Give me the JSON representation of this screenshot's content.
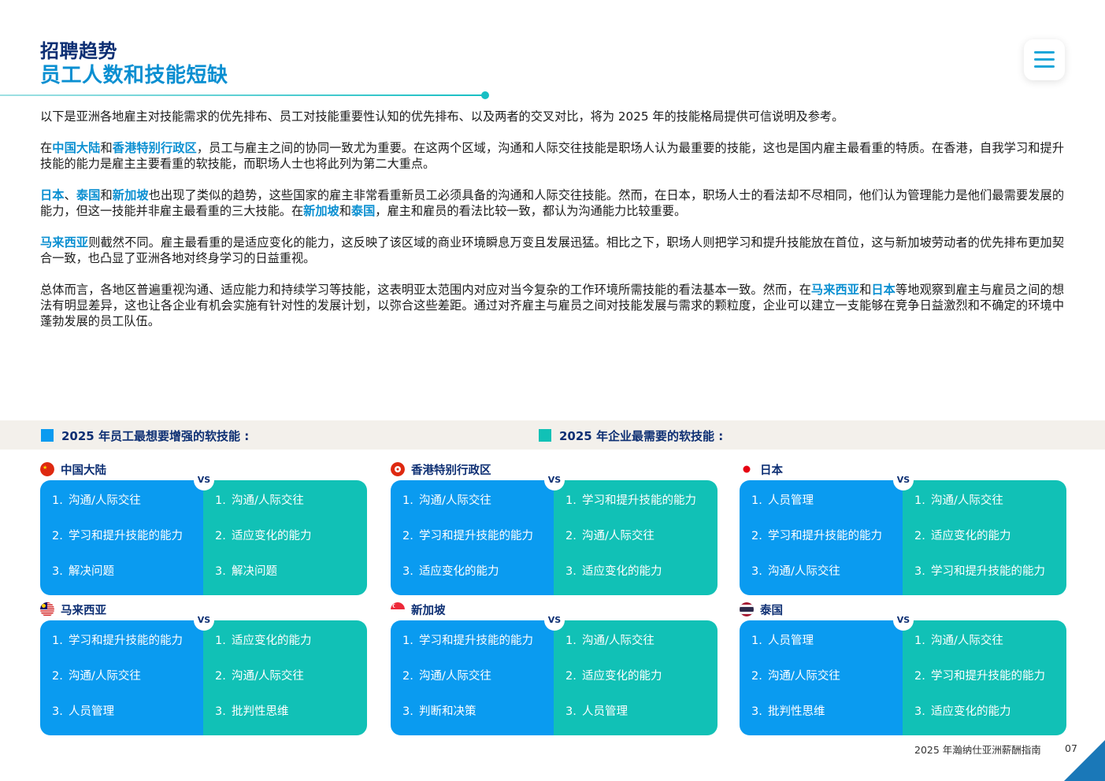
{
  "header": {
    "title": "招聘趋势",
    "subtitle": "员工人数和技能短缺"
  },
  "menu": {
    "icon": "hamburger-menu-icon"
  },
  "paragraphs": [
    {
      "runs": [
        {
          "t": "以下是亚洲各地雇主对技能需求的优先排布、员工对技能重要性认知的优先排布、以及两者的交叉对比，将为 2025 年的技能格局提供可信说明及参考。",
          "h": false
        }
      ]
    },
    {
      "runs": [
        {
          "t": "在",
          "h": false
        },
        {
          "t": "中国大陆",
          "h": true
        },
        {
          "t": "和",
          "h": false
        },
        {
          "t": "香港特别行政区",
          "h": true
        },
        {
          "t": "，员工与雇主之间的协同一致尤为重要。在这两个区域，沟通和人际交往技能是职场人认为最重要的技能，这也是国内雇主最看重的特质。在香港，自我学习和提升技能的能力是雇主主要看重的软技能，而职场人士也将此列为第二大重点。",
          "h": false
        }
      ]
    },
    {
      "runs": [
        {
          "t": "日本",
          "h": true
        },
        {
          "t": "、",
          "h": false
        },
        {
          "t": "泰国",
          "h": true
        },
        {
          "t": "和",
          "h": false
        },
        {
          "t": "新加坡",
          "h": true
        },
        {
          "t": "也出现了类似的趋势，这些国家的雇主非常看重新员工必须具备的沟通和人际交往技能。然而，在日本，职场人士的看法却不尽相同，他们认为管理能力是他们最需要发展的能力，但这一技能并非雇主最看重的三大技能。在",
          "h": false
        },
        {
          "t": "新加坡",
          "h": true
        },
        {
          "t": "和",
          "h": false
        },
        {
          "t": "泰国",
          "h": true
        },
        {
          "t": "，雇主和雇员的看法比较一致，都认为沟通能力比较重要。",
          "h": false
        }
      ]
    },
    {
      "runs": [
        {
          "t": "马来西亚",
          "h": true
        },
        {
          "t": "则截然不同。雇主最看重的是适应变化的能力，这反映了该区域的商业环境瞬息万变且发展迅猛。相比之下，职场人则把学习和提升技能放在首位，这与新加坡劳动者的优先排布更加契合一致，也凸显了亚洲各地对终身学习的日益重视。",
          "h": false
        }
      ]
    },
    {
      "runs": [
        {
          "t": "总体而言，各地区普遍重视沟通、适应能力和持续学习等技能，这表明亚太范围内对应对当今复杂的工作环境所需技能的看法基本一致。然而，在",
          "h": false
        },
        {
          "t": "马来西亚",
          "h": true
        },
        {
          "t": "和",
          "h": false
        },
        {
          "t": "日本",
          "h": true
        },
        {
          "t": "等地观察到雇主与雇员之间的想法有明显差异，这也让各企业有机会实施有针对性的发展计划，以弥合这些差距。通过对齐雇主与雇员之间对技能发展与需求的颗粒度，企业可以建立一支能够在竞争日益激烈和不确定的环境中蓬勃发展的员工队伍。",
          "h": false
        }
      ]
    }
  ],
  "legend": {
    "employee": {
      "label": "2025 年员工最想要增强的软技能 :",
      "color": "#0a9bf0"
    },
    "employer": {
      "label": "2025 年企业最需要的软技能 :",
      "color": "#11c1b6"
    }
  },
  "vs_label": "VS",
  "regions": [
    {
      "name": "中国大陆",
      "flag": "china-flag-icon",
      "employee": [
        "沟通/人际交往",
        "学习和提升技能的能力",
        "解决问题"
      ],
      "employer": [
        "沟通/人际交往",
        "适应变化的能力",
        "解决问题"
      ]
    },
    {
      "name": "香港特别行政区",
      "flag": "hong-kong-flag-icon",
      "employee": [
        "沟通/人际交往",
        "学习和提升技能的能力",
        "适应变化的能力"
      ],
      "employer": [
        "学习和提升技能的能力",
        "沟通/人际交往",
        "适应变化的能力"
      ]
    },
    {
      "name": "日本",
      "flag": "japan-flag-icon",
      "employee": [
        "人员管理",
        "学习和提升技能的能力",
        "沟通/人际交往"
      ],
      "employer": [
        "沟通/人际交往",
        "适应变化的能力",
        "学习和提升技能的能力"
      ]
    },
    {
      "name": "马来西亚",
      "flag": "malaysia-flag-icon",
      "employee": [
        "学习和提升技能的能力",
        "沟通/人际交往",
        "人员管理"
      ],
      "employer": [
        "适应变化的能力",
        "沟通/人际交往",
        "批判性思维"
      ]
    },
    {
      "name": "新加坡",
      "flag": "singapore-flag-icon",
      "employee": [
        "学习和提升技能的能力",
        "沟通/人际交往",
        "判断和决策"
      ],
      "employer": [
        "沟通/人际交往",
        "适应变化的能力",
        "人员管理"
      ]
    },
    {
      "name": "泰国",
      "flag": "thailand-flag-icon",
      "employee": [
        "人员管理",
        "沟通/人际交往",
        "批判性思维"
      ],
      "employer": [
        "沟通/人际交往",
        "学习和提升技能的能力",
        "适应变化的能力"
      ]
    }
  ],
  "numbers": [
    "1.",
    "2.",
    "3."
  ],
  "footer": {
    "text": "2025 年瀚纳仕亚洲薪酬指南",
    "page": "07"
  }
}
